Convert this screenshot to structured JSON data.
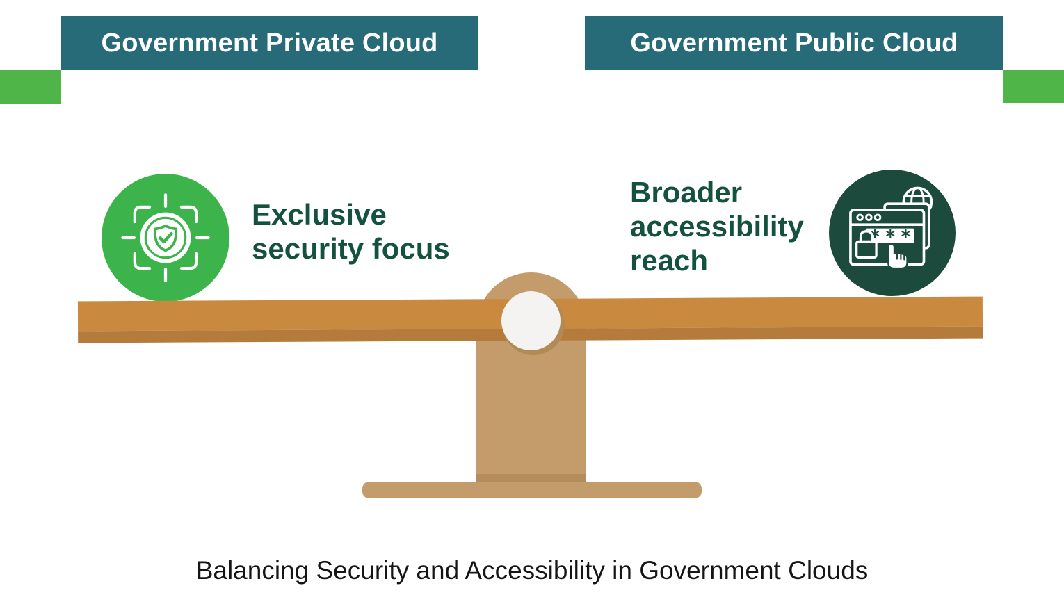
{
  "page": {
    "caption": "Balancing Security and Accessibility in Government Clouds",
    "background": "#FFFFFF"
  },
  "headers": {
    "left": {
      "label": "Government Private Cloud"
    },
    "right": {
      "label": "Government Public Cloud"
    }
  },
  "features": {
    "left": {
      "text": "Exclusive security focus",
      "lines": [
        "Exclusive",
        "security focus"
      ],
      "icon": "shield-check-target-icon"
    },
    "right": {
      "text": "Broader accessibility reach",
      "lines": [
        "Broader",
        "accessibility",
        "reach"
      ],
      "icon": "browser-password-globe-icon",
      "password_mask": "* * *"
    }
  },
  "graphic": {
    "type": "balance-seesaw",
    "state": "balanced"
  },
  "colors": {
    "header_teal": "#266B77",
    "accent_green": "#4FB548",
    "icon_green": "#3DB44B",
    "icon_dark_green": "#1C4A3C",
    "text_green": "#14523F",
    "caption_black": "#151515",
    "plank_brown": "#C9893E",
    "plank_shadow_brown": "#B57B3B",
    "pivot_tan": "#C49B6B",
    "pivot_shadow_tan": "#B48D5F",
    "bolt_white": "#F4F3F1",
    "bolt_shadow": "#B28A55"
  }
}
